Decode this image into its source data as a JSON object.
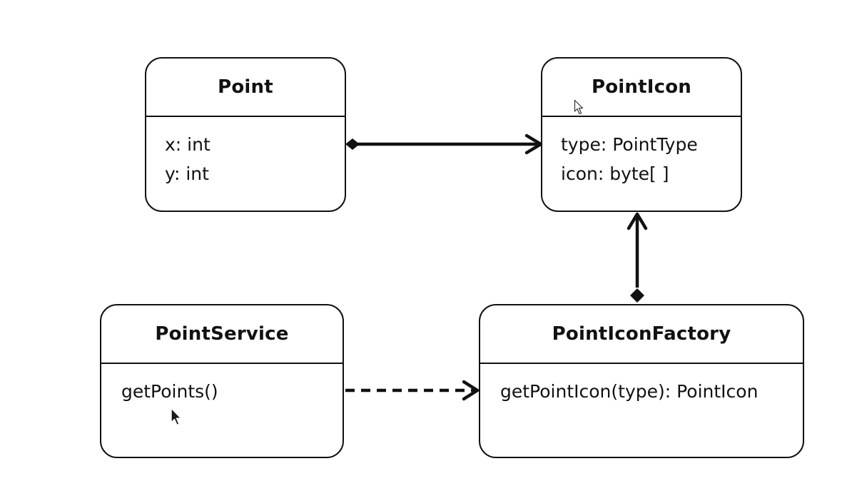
{
  "classes": {
    "point": {
      "name": "Point",
      "members": [
        "x: int",
        "y: int"
      ]
    },
    "point_icon": {
      "name": "PointIcon",
      "members": [
        "type: PointType",
        "icon: byte[ ]"
      ]
    },
    "point_service": {
      "name": "PointService",
      "members": [
        "getPoints()"
      ]
    },
    "point_icon_factory": {
      "name": "PointIconFactory",
      "members": [
        "getPointIcon(type): PointIcon"
      ]
    }
  },
  "relations": [
    {
      "from": "Point",
      "to": "PointIcon",
      "kind": "composition",
      "line": "solid",
      "arrow": "open"
    },
    {
      "from": "PointIconFactory",
      "to": "PointIcon",
      "kind": "composition",
      "line": "solid",
      "arrow": "open"
    },
    {
      "from": "PointService",
      "to": "PointIconFactory",
      "kind": "dependency",
      "line": "dashed",
      "arrow": "open"
    }
  ],
  "colors": {
    "stroke": "#111111",
    "background": "#ffffff"
  },
  "icons": [
    "hollow-pointer-cursor-icon",
    "filled-pointer-cursor-icon"
  ]
}
